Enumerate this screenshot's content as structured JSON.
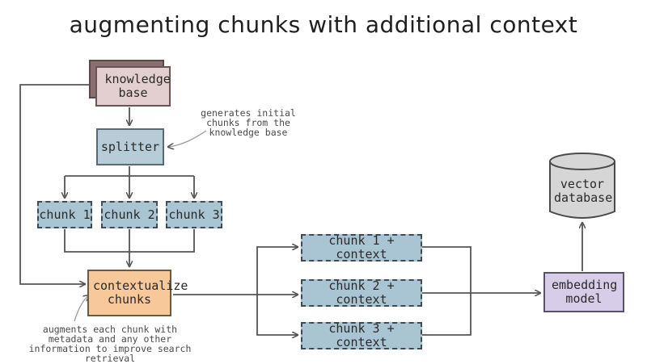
{
  "title": "augmenting chunks with additional context",
  "nodes": {
    "knowledge_base": "knowledge base",
    "splitter": "splitter",
    "chunk_1": "chunk 1",
    "chunk_2": "chunk 2",
    "chunk_3": "chunk 3",
    "contextualize": "contextualize chunks",
    "chunk_1_context": "chunk 1 + context",
    "chunk_2_context": "chunk 2 + context",
    "chunk_3_context": "chunk 3 + context",
    "embedding_model": "embedding model",
    "vector_database": "vector database"
  },
  "annotations": {
    "splitter_note": "generates initial chunks from the knowledge base",
    "contextualize_note": "augments each chunk with metadata and any other information to improve search retrieval"
  },
  "colors": {
    "knowledge_base": "#e3cfd0",
    "knowledge_base_shadow": "#8a6e70",
    "splitter": "#b6ccd6",
    "chunk": "#a9c4d3",
    "contextualize": "#f6c89a",
    "embedding": "#d8cde8",
    "database": "#d6d6d6",
    "line": "#555555"
  }
}
